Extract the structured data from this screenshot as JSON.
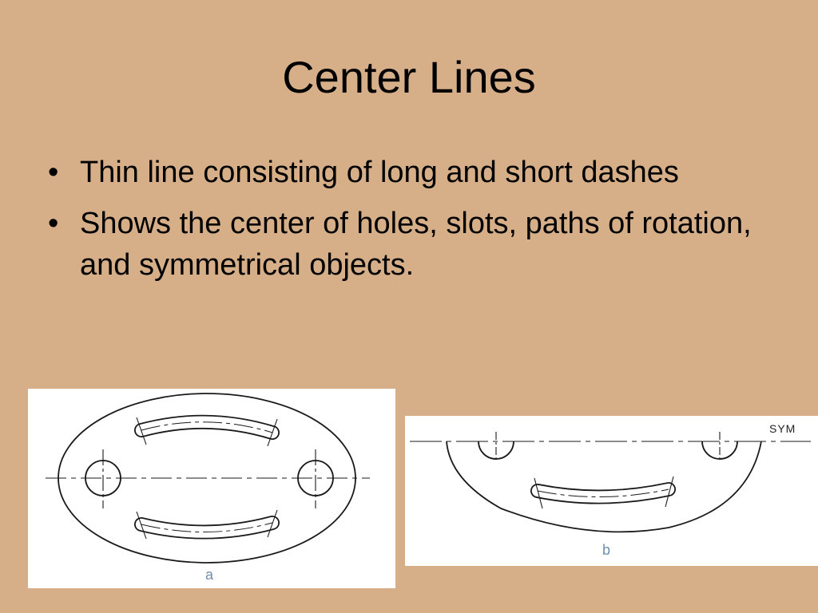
{
  "slide": {
    "title": "Center Lines",
    "bullets": [
      " Thin line consisting of long and short dashes",
      "Shows the center of holes, slots, paths of rotation, and symmetrical objects."
    ],
    "bullet_symbol": "•"
  },
  "figures": {
    "a": {
      "label": "a"
    },
    "b": {
      "label": "b",
      "sym_label": "SYM"
    }
  },
  "colors": {
    "background": "#d6af88",
    "figure_background": "#ffffff",
    "label": "#6f8fb0"
  }
}
